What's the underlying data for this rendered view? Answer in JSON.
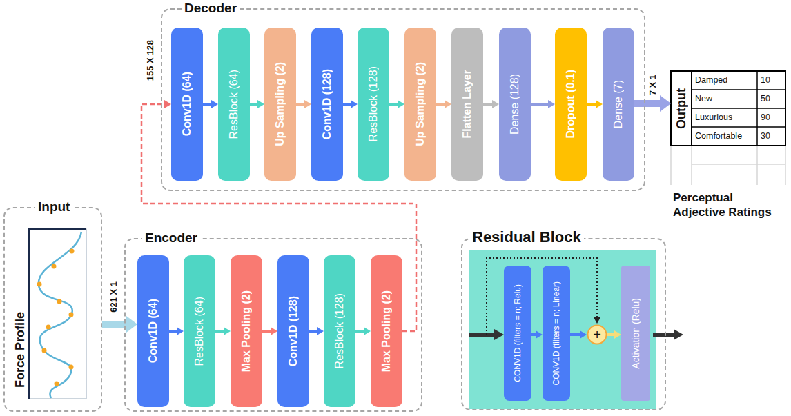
{
  "diagram": {
    "nodes": [
      {
        "text": [
          "Decoder"
        ]
      },
      {
        "text": [
          "Conv1D (64)"
        ],
        "in": 0
      },
      {
        "text": [
          "ResBlock (64)"
        ],
        "in": 0
      },
      {
        "text": [
          "Up Sampling (2)"
        ],
        "in": 0
      },
      {
        "text": [
          "Conv1D (128)"
        ],
        "in": 0
      },
      {
        "text": [
          "ResBlock (128)"
        ],
        "in": 0
      },
      {
        "text": [
          "Up Sampling (2)"
        ],
        "in": 0
      },
      {
        "text": [
          "Flatten Layer"
        ],
        "in": 0
      },
      {
        "text": [
          "Dense (128)"
        ],
        "in": 0
      },
      {
        "text": [
          "Dropout (0.1)"
        ],
        "in": 0
      },
      {
        "text": [
          "Dense (7)"
        ],
        "in": 0
      },
      {
        "text": [
          "Output"
        ]
      },
      {
        "text": [
          "Input"
        ]
      },
      {
        "text": [
          "Encoder"
        ]
      },
      {
        "text": [
          "Conv1D (64)"
        ],
        "in": 13
      },
      {
        "text": [
          "ResBlock (64)"
        ],
        "in": 13
      },
      {
        "text": [
          "Max Pooling (2)"
        ],
        "in": 13
      },
      {
        "text": [
          "Conv1D (128)"
        ],
        "in": 13
      },
      {
        "text": [
          "ResBlock (128)"
        ],
        "in": 13
      },
      {
        "text": [
          "Max Pooling (2)"
        ],
        "in": 13
      },
      {
        "text": [
          "Residual Block"
        ]
      },
      {
        "text": [
          "CONV1D (filters = n; Relu)"
        ],
        "in": 20
      },
      {
        "text": [
          "CONV1D (filters = n; Linear)"
        ],
        "in": 20
      },
      {
        "text": [
          "+"
        ],
        "in": 20
      },
      {
        "text": [
          "Activation (Relu)"
        ],
        "in": 20
      }
    ],
    "edges": [
      {
        "from": 1,
        "to": 2,
        "arrow": "to"
      },
      {
        "from": 2,
        "to": 3,
        "arrow": "to"
      },
      {
        "from": 3,
        "to": 4,
        "arrow": "to"
      },
      {
        "from": 4,
        "to": 5,
        "arrow": "to"
      },
      {
        "from": 5,
        "to": 6,
        "arrow": "to"
      },
      {
        "from": 6,
        "to": 7,
        "arrow": "to"
      },
      {
        "from": 7,
        "to": 8,
        "arrow": "to"
      },
      {
        "from": 8,
        "to": 9,
        "arrow": "to"
      },
      {
        "from": 9,
        "to": 10,
        "arrow": "to"
      },
      {
        "from": 10,
        "to": 11,
        "label": "7 X 1",
        "arrow": "to"
      },
      {
        "from": 12,
        "to": 14,
        "label": "621 X 1",
        "arrow": "to"
      },
      {
        "from": 14,
        "to": 15,
        "arrow": "to"
      },
      {
        "from": 15,
        "to": 16,
        "arrow": "to"
      },
      {
        "from": 16,
        "to": 17,
        "arrow": "to"
      },
      {
        "from": 17,
        "to": 18,
        "arrow": "to"
      },
      {
        "from": 18,
        "to": 19,
        "arrow": "to"
      },
      {
        "from": 19,
        "to": 1,
        "label": "155 X 128",
        "arrow": "to"
      },
      {
        "from": 21,
        "to": 22,
        "arrow": "to"
      },
      {
        "from": 22,
        "to": 23,
        "arrow": "to"
      },
      {
        "from": 23,
        "to": 24,
        "arrow": "to"
      }
    ],
    "labels": [
      "Force Profile",
      "Damped",
      "10",
      "New",
      "50",
      "Luxurious",
      "90",
      "Comfortable",
      "30",
      "Perceptual Adjective Ratings"
    ]
  }
}
